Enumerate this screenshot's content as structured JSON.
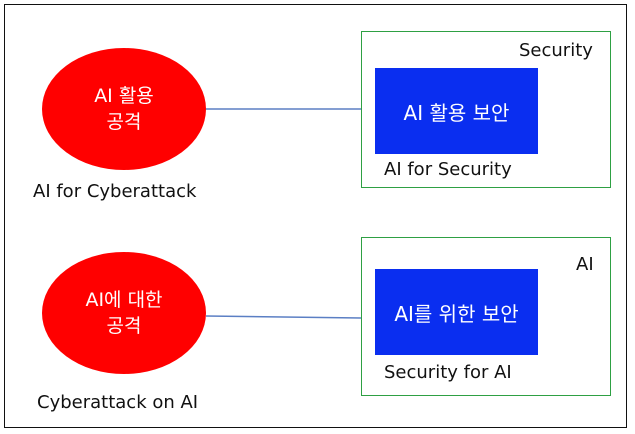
{
  "top": {
    "ellipse_text": "AI 활용\n공격",
    "caption": "AI for Cyberattack",
    "group_label": "Security",
    "box_text": "AI 활용 보안",
    "box_caption": "AI for Security"
  },
  "bottom": {
    "ellipse_text": "AI에 대한\n공격",
    "caption": "Cyberattack on AI",
    "group_label": "AI",
    "box_text": "AI를 위한 보안",
    "box_caption": "Security for AI"
  },
  "colors": {
    "ellipse": "#ff0000",
    "box": "#0a2ef0",
    "group_border": "#2ea043",
    "connector": "#5b7fc4"
  }
}
